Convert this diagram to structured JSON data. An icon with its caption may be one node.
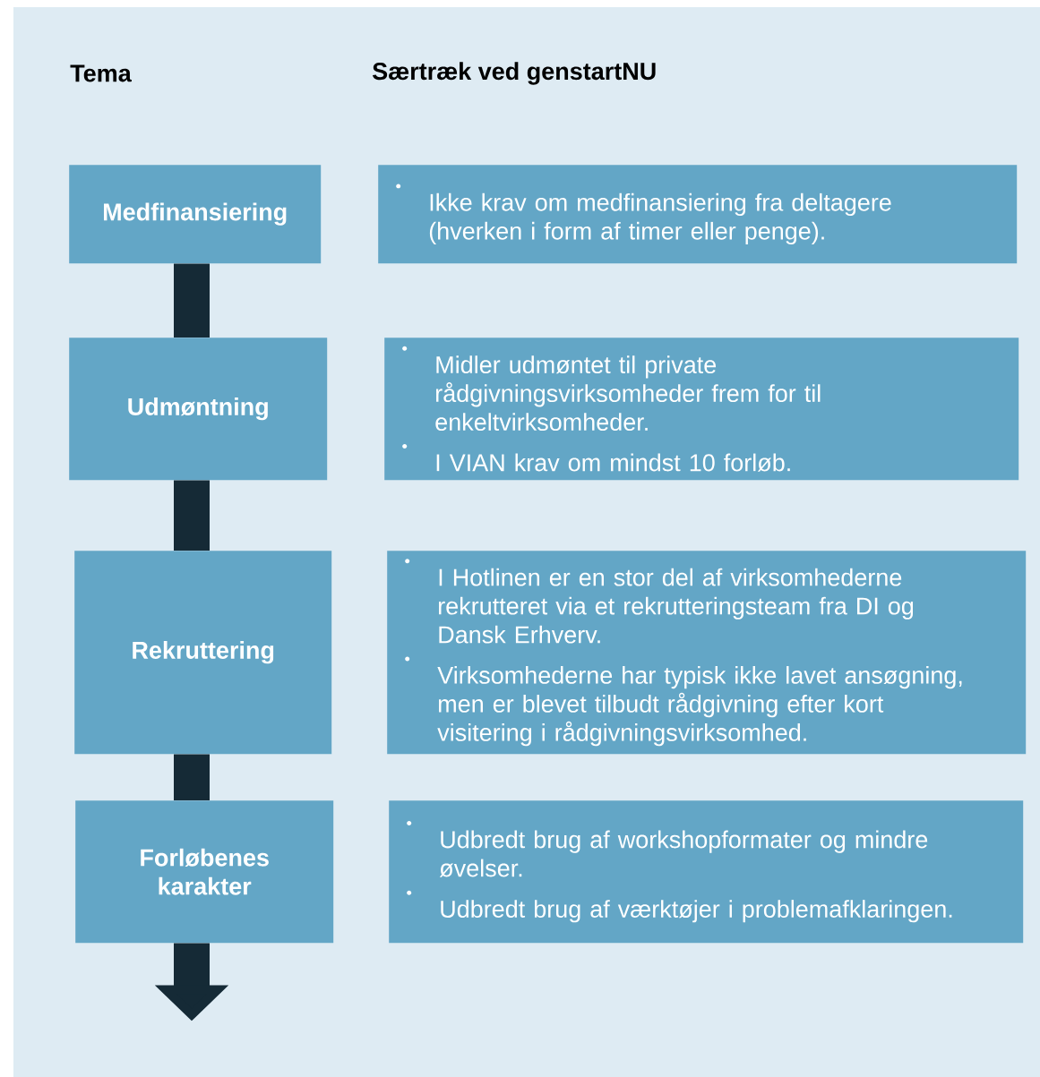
{
  "diagram": {
    "nodes": [
      {
        "text": [
          "Medfinansiering"
        ]
      },
      {
        "text": [
          "Ikke krav om medfinansiering fra deltagere (hverken i form af timer eller penge)."
        ]
      },
      {
        "text": [
          "Udmøntning"
        ]
      },
      {
        "text": [
          "Midler udmøntet til private rådgivningsvirksomheder frem for til enkeltvirksomheder.",
          "I VIAN krav om mindst 10 forløb."
        ]
      },
      {
        "text": [
          "Rekruttering"
        ]
      },
      {
        "text": [
          "I Hotlinen er en stor del af virksomhederne rekrutteret via et rekrutteringsteam fra DI og Dansk Erhverv.",
          "Virksomhederne har typisk ikke lavet ansøgning, men er blevet tilbudt rådgivning efter kort visitering i rådgivningsvirksomhed."
        ]
      },
      {
        "text": [
          "Forløbenes karakter"
        ]
      },
      {
        "text": [
          "Udbredt brug af workshopformater og mindre øvelser.",
          "Udbredt brug af værktøjer i problemafklaringen."
        ]
      }
    ],
    "edges": [
      {
        "from": 0,
        "to": 2,
        "arrow": "none"
      },
      {
        "from": 2,
        "to": 4,
        "arrow": "none"
      },
      {
        "from": 4,
        "to": 6,
        "arrow": "none"
      },
      {
        "from": 6,
        "to": null,
        "arrow": "to"
      }
    ],
    "labels": [
      "Tema",
      "Særtræk ved genstartNU"
    ]
  }
}
